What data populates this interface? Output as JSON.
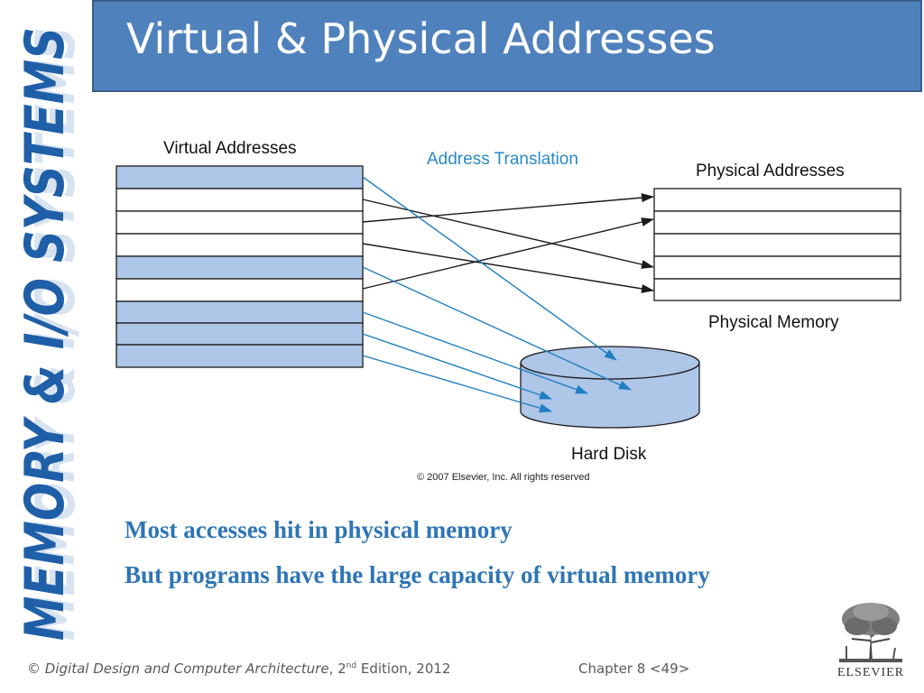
{
  "sidebar": {
    "label": "MEMORY & I/O SYSTEMS"
  },
  "slide": {
    "title": "Virtual & Physical Addresses"
  },
  "diagram": {
    "virtual_label": "Virtual Addresses",
    "translation_label": "Address Translation",
    "physical_addresses_label": "Physical Addresses",
    "physical_memory_label": "Physical Memory",
    "hard_disk_label": "Hard Disk",
    "copyright": "© 2007 Elsevier, Inc. All rights reserved",
    "colors": {
      "on_disk_page": "#aec6e8",
      "in_memory_page": "#ffffff",
      "arrow_to_memory": "#1a1a1a",
      "arrow_to_disk": "#1f7fc0",
      "translation_text": "#2a8ac8"
    }
  },
  "bullets": [
    "Most accesses hit in physical memory",
    "But programs have the large capacity of virtual memory"
  ],
  "footer": {
    "copyright_symbol": "©",
    "book_title": "Digital Design and Computer Architecture",
    "edition_num": "2",
    "edition_sup": "nd",
    "edition_rest": " Edition, 2012",
    "chapter": "Chapter 8 <49>"
  },
  "logo": {
    "publisher": "ELSEVIER",
    "icon": "tree-icon"
  }
}
